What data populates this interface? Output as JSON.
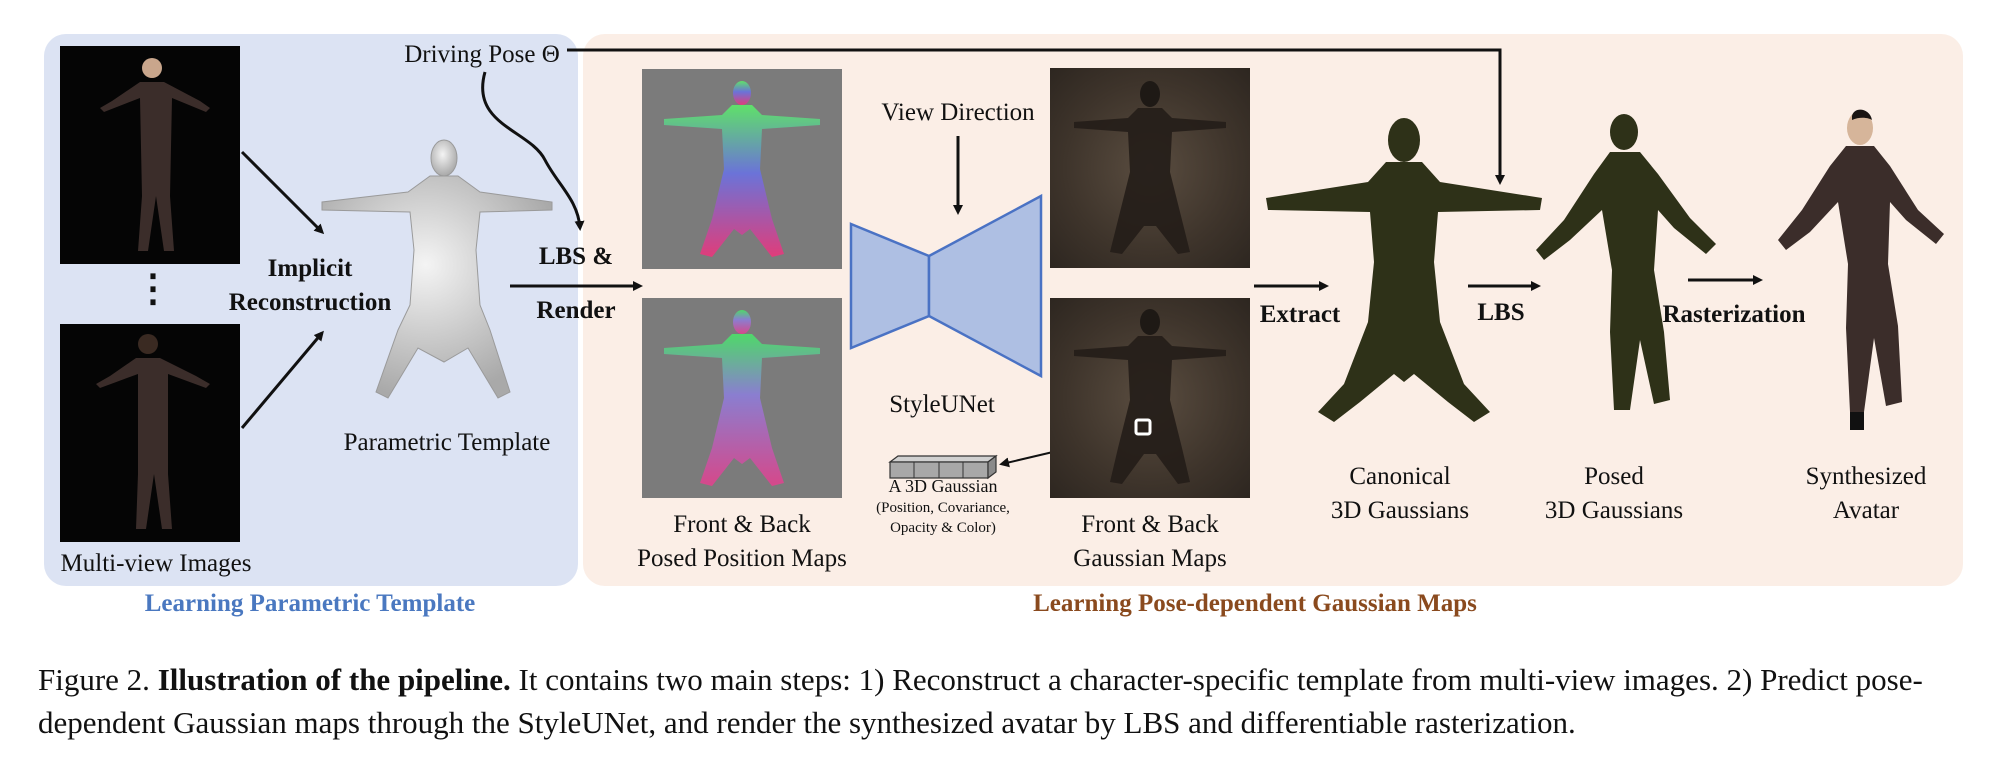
{
  "left_panel": {
    "title": "Learning Parametric Template",
    "title_color": "#4a78c0",
    "background": "#dce3f3",
    "multiview_label": "Multi-view Images",
    "ellipsis": "⋮",
    "implicit_reconstruction": [
      "Implicit",
      "Reconstruction"
    ],
    "template_label": "Parametric Template",
    "driving_pose": "Driving Pose Θ"
  },
  "right_panel": {
    "title": "Learning Pose-dependent Gaussian Maps",
    "title_color": "#8a4a1e",
    "background": "#fbeee6",
    "lbs_render": [
      "LBS &",
      "Render"
    ],
    "position_maps_label": [
      "Front & Back",
      "Posed Position Maps"
    ],
    "view_direction": "View Direction",
    "network_label": "StyleUNet",
    "gaussian_title": "A 3D Gaussian",
    "gaussian_attrs": [
      "(Position, Covariance,",
      "Opacity & Color)"
    ],
    "gaussian_maps_label": [
      "Front & Back",
      "Gaussian Maps"
    ],
    "extract": "Extract",
    "canonical_label": [
      "Canonical",
      "3D Gaussians"
    ],
    "lbs": "LBS",
    "posed_label": [
      "Posed",
      "3D Gaussians"
    ],
    "rasterization": "Rasterization",
    "avatar_label": [
      "Synthesized",
      "Avatar"
    ]
  },
  "caption": {
    "prefix": "Figure 2. ",
    "title": "Illustration of the pipeline.",
    "body": " It contains two main steps: 1) Reconstruct a character-specific template from multi-view images. 2) Predict pose-dependent Gaussian maps through the StyleUNet, and render the synthesized avatar by LBS and differentiable rasterization."
  },
  "colors": {
    "unet_fill": "#aebfe3",
    "unet_stroke": "#4a72c4",
    "gaussian_point": "#2e3118",
    "dress": "#3b2d2a"
  }
}
